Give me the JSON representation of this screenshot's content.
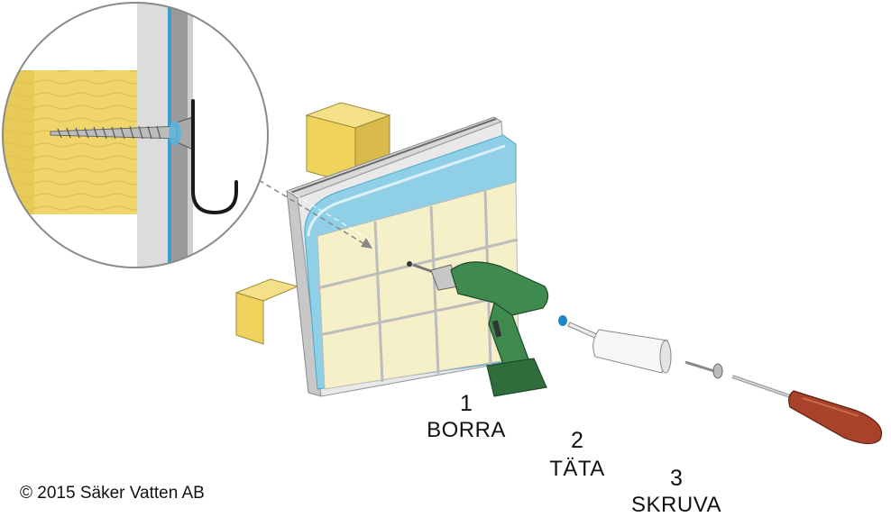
{
  "steps": [
    {
      "number": "1",
      "label": "BORRA"
    },
    {
      "number": "2",
      "label": "TÄTA"
    },
    {
      "number": "3",
      "label": "SKRUVA"
    }
  ],
  "copyright": "© 2015 Säker Vatten AB",
  "colors": {
    "wood": "#f0d66a",
    "wood_dark": "#d9b94a",
    "membrane_blue": "#8fd0e6",
    "tile": "#f6f0c8",
    "grout": "#b9b9b9",
    "drill_green": "#3f8a4f",
    "screwdriver_handle": "#a8422a",
    "hook": "#1a1a1a"
  }
}
